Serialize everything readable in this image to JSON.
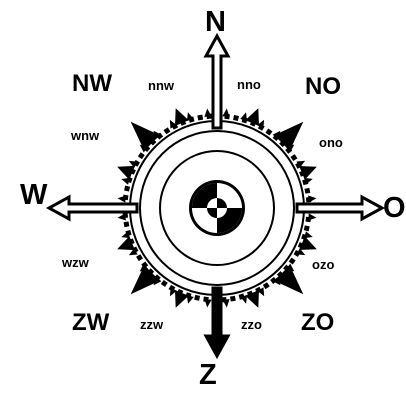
{
  "compass": {
    "cardinal": {
      "north": "N",
      "east": "O",
      "south": "Z",
      "west": "W"
    },
    "intercardinal": {
      "northeast": "NO",
      "southeast": "ZO",
      "southwest": "ZW",
      "northwest": "NW"
    },
    "secondary": {
      "nnw": "nnw",
      "nno": "nno",
      "ono": "ono",
      "ozo": "ozo",
      "zzo": "zzo",
      "zzw": "zzw",
      "wzw": "wzw",
      "wnw": "wnw"
    }
  },
  "colors": {
    "ink": "#000000",
    "paper": "#ffffff"
  }
}
